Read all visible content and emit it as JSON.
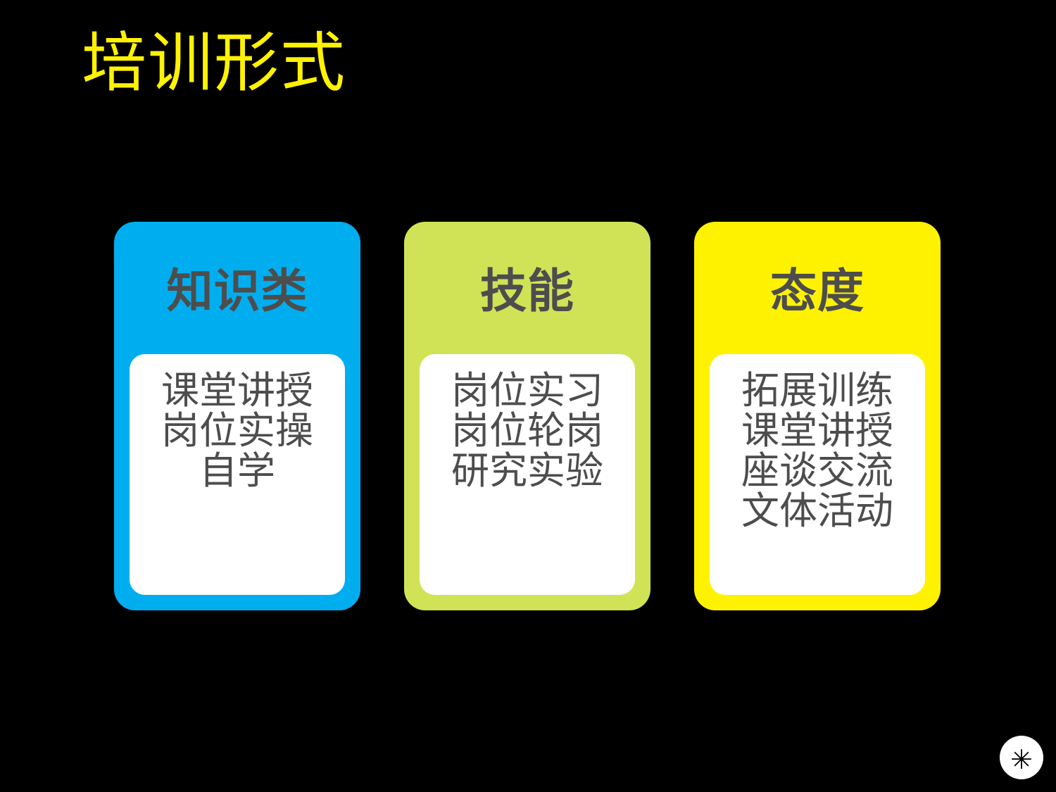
{
  "slide": {
    "background_color": "#000000",
    "title": "培训形式",
    "title_color": "#FFF200"
  },
  "cards": [
    {
      "id": "knowledge",
      "header": "知识类",
      "accent_color": "#00AEEF",
      "header_text_color": "#4d4d4d",
      "body_background": "#FFFFFF",
      "body_text_color": "#4d4d4d",
      "items": [
        "课堂讲授",
        "岗位实操",
        "自学"
      ]
    },
    {
      "id": "skill",
      "header": "技能",
      "accent_color": "#D0E356",
      "header_text_color": "#4d4d4d",
      "body_background": "#FFFFFF",
      "body_text_color": "#4d4d4d",
      "items": [
        "岗位实习",
        "岗位轮岗",
        "研究实验"
      ]
    },
    {
      "id": "attitude",
      "header": "态度",
      "accent_color": "#FFF200",
      "header_text_color": "#4d4d4d",
      "body_background": "#FFFFFF",
      "body_text_color": "#4d4d4d",
      "items": [
        "拓展训练",
        "课堂讲授",
        "座谈交流",
        "文体活动"
      ]
    }
  ],
  "corner_badge": {
    "icon": "asterisk-icon",
    "glyph": "✳",
    "background_color": "#FFFFFF",
    "glyph_color": "#000000"
  }
}
